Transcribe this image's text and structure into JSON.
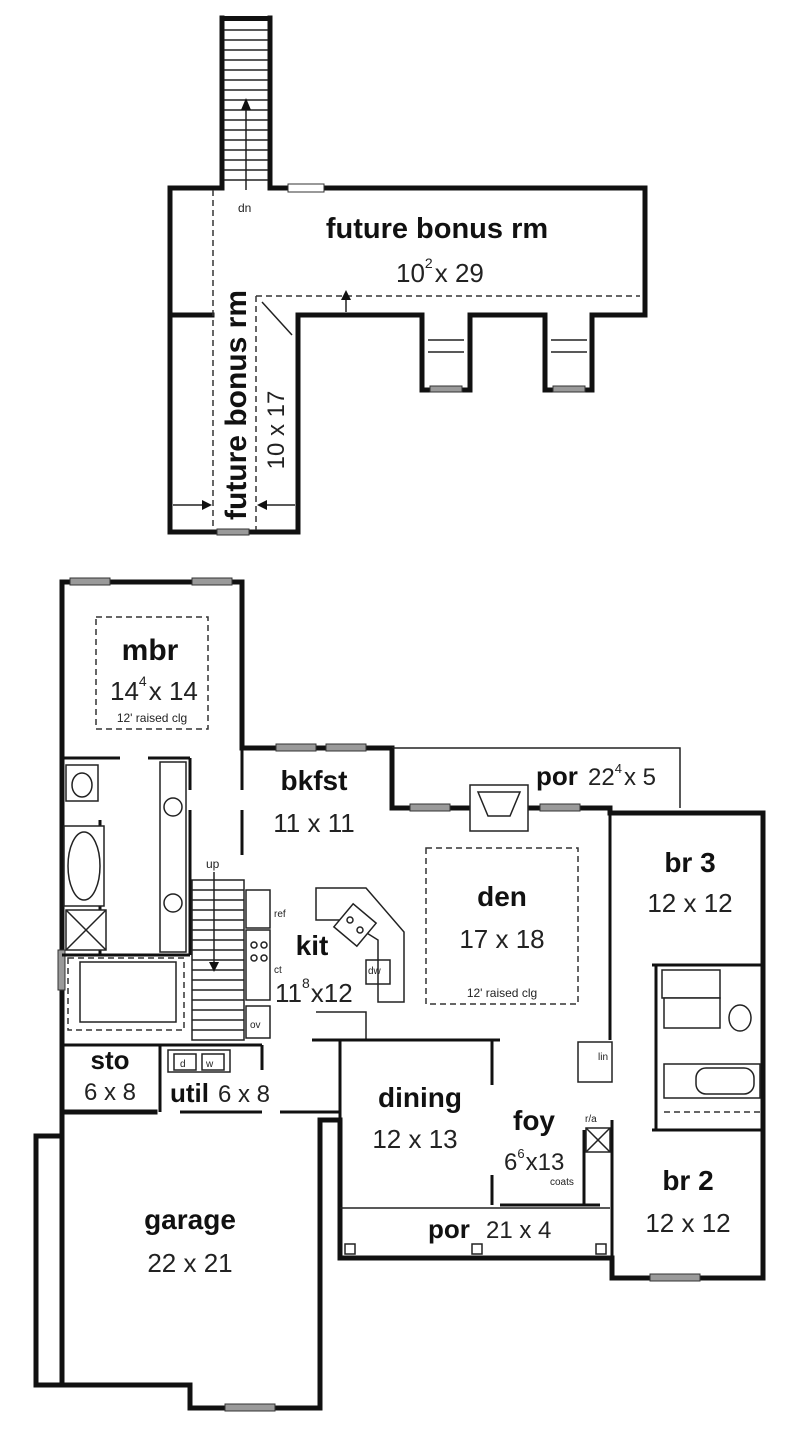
{
  "upper_floor": {
    "stair_label": "dn",
    "bonus_room_1": {
      "name": "future bonus rm",
      "dim_main": "10",
      "dim_sup": "2",
      "dim_rest": "x 29"
    },
    "bonus_room_2": {
      "name": "future bonus rm",
      "dim": "10 x 17"
    }
  },
  "main_floor": {
    "mbr": {
      "name": "mbr",
      "dim_main": "14",
      "dim_sup": "4",
      "dim_rest": "x 14",
      "note": "12' raised clg"
    },
    "bkfst": {
      "name": "bkfst",
      "dim": "11 x 11"
    },
    "porch_rear": {
      "name": "por",
      "dim_main": "22",
      "dim_sup": "4",
      "dim_rest": "x 5"
    },
    "br3": {
      "name": "br 3",
      "dim": "12 x 12"
    },
    "den": {
      "name": "den",
      "dim": "17 x 18",
      "note": "12' raised clg"
    },
    "kit": {
      "name": "kit",
      "dim_main": "11",
      "dim_sup": "8",
      "dim_rest": "x12"
    },
    "stair_label": "up",
    "labels": {
      "ref": "ref",
      "ct": "ct",
      "dw": "dw",
      "ov": "ov",
      "lin": "lin",
      "ra": "r/a",
      "coats": "coats",
      "d": "d",
      "w": "w"
    },
    "sto": {
      "name": "sto",
      "dim": "6 x 8"
    },
    "util": {
      "name": "util",
      "dim": "6 x 8"
    },
    "dining": {
      "name": "dining",
      "dim": "12 x 13"
    },
    "foy": {
      "name": "foy",
      "dim_main": "6",
      "dim_sup": "6",
      "dim_rest": "x13"
    },
    "br2": {
      "name": "br 2",
      "dim": "12 x 12"
    },
    "garage": {
      "name": "garage",
      "dim": "22 x 21"
    },
    "porch_front": {
      "name": "por",
      "dim": "21 x 4"
    }
  }
}
